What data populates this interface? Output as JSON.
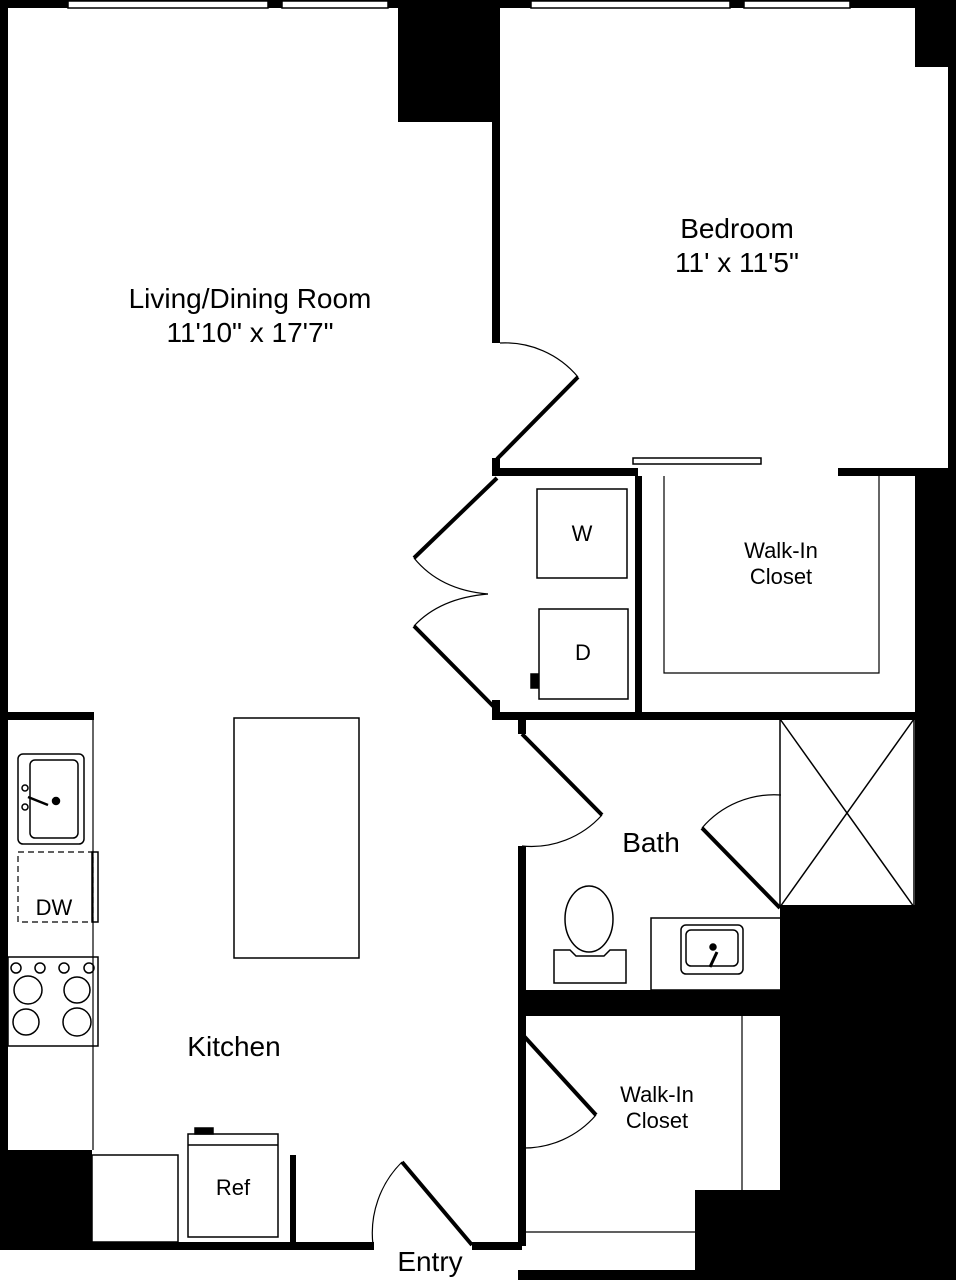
{
  "plan": {
    "colors": {
      "wall": "#000000",
      "background": "#ffffff",
      "fixture_line": "#000000"
    },
    "rooms": [
      {
        "id": "living",
        "name": "Living/Dining Room",
        "dimensions": "11'10\" x 17'7\""
      },
      {
        "id": "bedroom",
        "name": "Bedroom",
        "dimensions": "11' x 11'5\""
      },
      {
        "id": "walkin1",
        "name": "Walk-In",
        "name2": "Closet"
      },
      {
        "id": "bath",
        "name": "Bath"
      },
      {
        "id": "walkin2",
        "name": "Walk-In",
        "name2": "Closet"
      },
      {
        "id": "kitchen",
        "name": "Kitchen"
      },
      {
        "id": "entry",
        "name": "Entry"
      }
    ],
    "appliances": {
      "washer": "W",
      "dryer": "D",
      "dishwasher": "DW",
      "refrigerator": "Ref"
    }
  }
}
